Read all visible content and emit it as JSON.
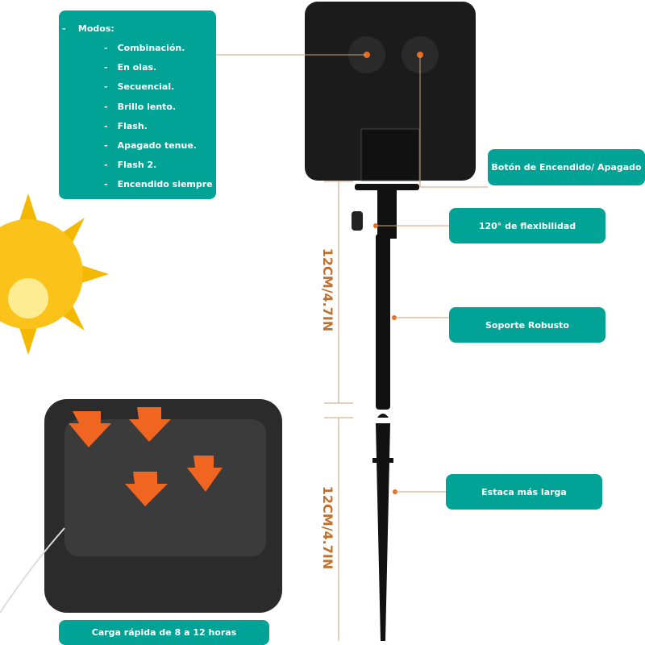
{
  "modes": {
    "title": "Modos:",
    "items": [
      "Combinación.",
      "En olas.",
      "Secuencial.",
      "Brillo lento.",
      "Flash.",
      "Apagado tenue.",
      "Flash 2.",
      "Encendido siempre"
    ]
  },
  "labels": {
    "power": "Botón de Encendido/ Apagado",
    "flex": "120° de flexibilidad",
    "support": "Soporte Robusto",
    "stake": "Estaca más larga",
    "charge": "Carga rápida de 8 a 12 horas"
  },
  "measurements": {
    "upper": "12CM/4.7IN",
    "lower": "12CM/4.7IN"
  },
  "colors": {
    "teal": "#00a396",
    "accent": "#e86a1e",
    "measure": "#c0712f"
  }
}
